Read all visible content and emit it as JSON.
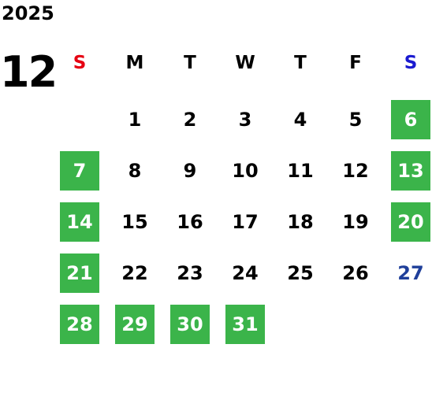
{
  "calendar": {
    "year": "2025",
    "month": "12",
    "weekday_labels": [
      "S",
      "M",
      "T",
      "W",
      "T",
      "F",
      "S"
    ],
    "weeks": [
      [
        null,
        "1",
        "2",
        "3",
        "4",
        "5",
        "6"
      ],
      [
        "7",
        "8",
        "9",
        "10",
        "11",
        "12",
        "13"
      ],
      [
        "14",
        "15",
        "16",
        "17",
        "18",
        "19",
        "20"
      ],
      [
        "21",
        "22",
        "23",
        "24",
        "25",
        "26",
        "27"
      ],
      [
        "28",
        "29",
        "30",
        "31",
        null,
        null,
        null
      ]
    ],
    "highlighted_days": [
      "6",
      "7",
      "13",
      "14",
      "20",
      "21",
      "28",
      "29",
      "30",
      "31"
    ],
    "colors": {
      "highlight_bg": "#3bb44a",
      "highlight_text": "#ffffff",
      "sunday_label": "#e60012",
      "saturday_label": "#1a1ad0",
      "saturday_plain_day": "#1f3f9a",
      "default_text": "#000000"
    }
  }
}
